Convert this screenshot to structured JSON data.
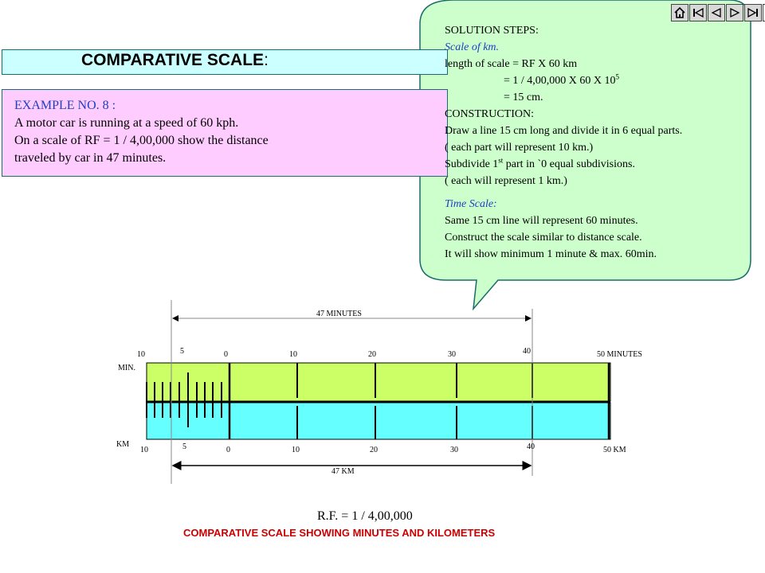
{
  "nav": {
    "home_icon": "home-icon",
    "first_icon": "first-slide-icon",
    "prev_icon": "previous-slide-icon",
    "next_icon": "next-slide-icon",
    "last_icon": "last-slide-icon",
    "end_icon": "end-show-icon"
  },
  "header": {
    "title": "COMPARATIVE SCALE",
    "title_suffix": ":"
  },
  "example": {
    "heading": "EXAMPLE NO. 8 :",
    "lines": [
      "A motor car is running at a speed of 60 kph.",
      "On a scale of RF = 1 / 4,00,000  show the distance",
      "traveled by car in 47 minutes."
    ]
  },
  "solution": {
    "heading": "SOLUTION  STEPS:",
    "scale_km_heading": "Scale of km.",
    "length_line": "length of scale = RF  X 60 km",
    "calc_line_prefix": "= 1 / 4,00,000  X 60 X 10",
    "calc_line_exp": "5",
    "result_line": "= 15 cm.",
    "construction_heading": "CONSTRUCTION:",
    "construction_lines": [
      "Draw a line 15 cm long and divide it in 6 equal parts.",
      "( each part will represent 10 km.)"
    ],
    "subdivide_prefix": "Subdivide 1",
    "subdivide_sup": "st",
    "subdivide_suffix": " part in `0 equal subdivisions.",
    "subdivide_note": "( each will represent 1 km.)",
    "time_heading": "Time Scale:",
    "time_lines": [
      "Same 15 cm line will represent 60 minutes.",
      "Construct the scale similar to distance scale.",
      "It will show minimum 1 minute & max. 60min."
    ]
  },
  "diagram": {
    "minutes_dim_label": "47 MINUTES",
    "km_dim_label": "47 KM",
    "min_side_label": "MIN.",
    "km_side_label": "KM",
    "top_labels": [
      "10",
      "5",
      "0",
      "10",
      "20",
      "30",
      "40",
      "50 MINUTES"
    ],
    "bottom_labels": [
      "10",
      "5",
      "0",
      "10",
      "20",
      "30",
      "40",
      "50  KM"
    ],
    "top_color": "#ccff66",
    "bottom_color": "#66ffff"
  },
  "rf_text": "R.F. = 1 / 4,00,000",
  "caption": "COMPARATIVE SCALE  SHOWING MINUTES AND KILOMETERS"
}
